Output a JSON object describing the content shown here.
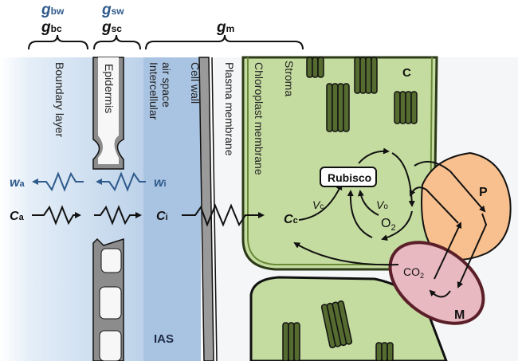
{
  "conductances": {
    "gbw": {
      "symbol": "g",
      "sub": "bw"
    },
    "gbc": {
      "symbol": "g",
      "sub": "bc"
    },
    "gsw": {
      "symbol": "g",
      "sub": "sw"
    },
    "gsc": {
      "symbol": "g",
      "sub": "sc"
    },
    "gm": {
      "symbol": "g",
      "sub": "m"
    }
  },
  "regions": {
    "boundary_layer": "Boundary layer",
    "epidermis": "Epidermis",
    "intercellular_1": "Intercellular",
    "intercellular_2": "air space",
    "cell_wall": "Cell wall",
    "plasma_membrane": "Plasma membrane",
    "chloroplast_membrane": "Chloroplast membrane",
    "stroma": "Stroma",
    "ias": "IAS"
  },
  "water": {
    "wa": {
      "symbol": "w",
      "sub": "a"
    },
    "wi": {
      "symbol": "w",
      "sub": "i"
    }
  },
  "carbon": {
    "ca": {
      "symbol": "C",
      "sub": "a"
    },
    "ci": {
      "symbol": "C",
      "sub": "i"
    },
    "cc": {
      "symbol": "C",
      "sub": "c"
    }
  },
  "chloroplast": {
    "enzyme": "Rubisco",
    "vc": {
      "symbol": "V",
      "sub": "c"
    },
    "vo": {
      "symbol": "V",
      "sub": "o"
    },
    "o2": {
      "symbol": "O",
      "sub": "2"
    },
    "label": "C"
  },
  "peroxisome": {
    "label": "P"
  },
  "mitochondrion": {
    "label": "M",
    "co2": {
      "symbol": "CO",
      "sub": "2"
    }
  },
  "colors": {
    "water_blue": "#2f5a8c",
    "ias_blue": "#a9c4e2",
    "chloroplast_green": "#c5dca0",
    "thylakoid": "#556b2f",
    "peroxisome": "#f8c08e",
    "mitochondrion": "#e8b9c0",
    "mito_border": "#5a1f28"
  }
}
